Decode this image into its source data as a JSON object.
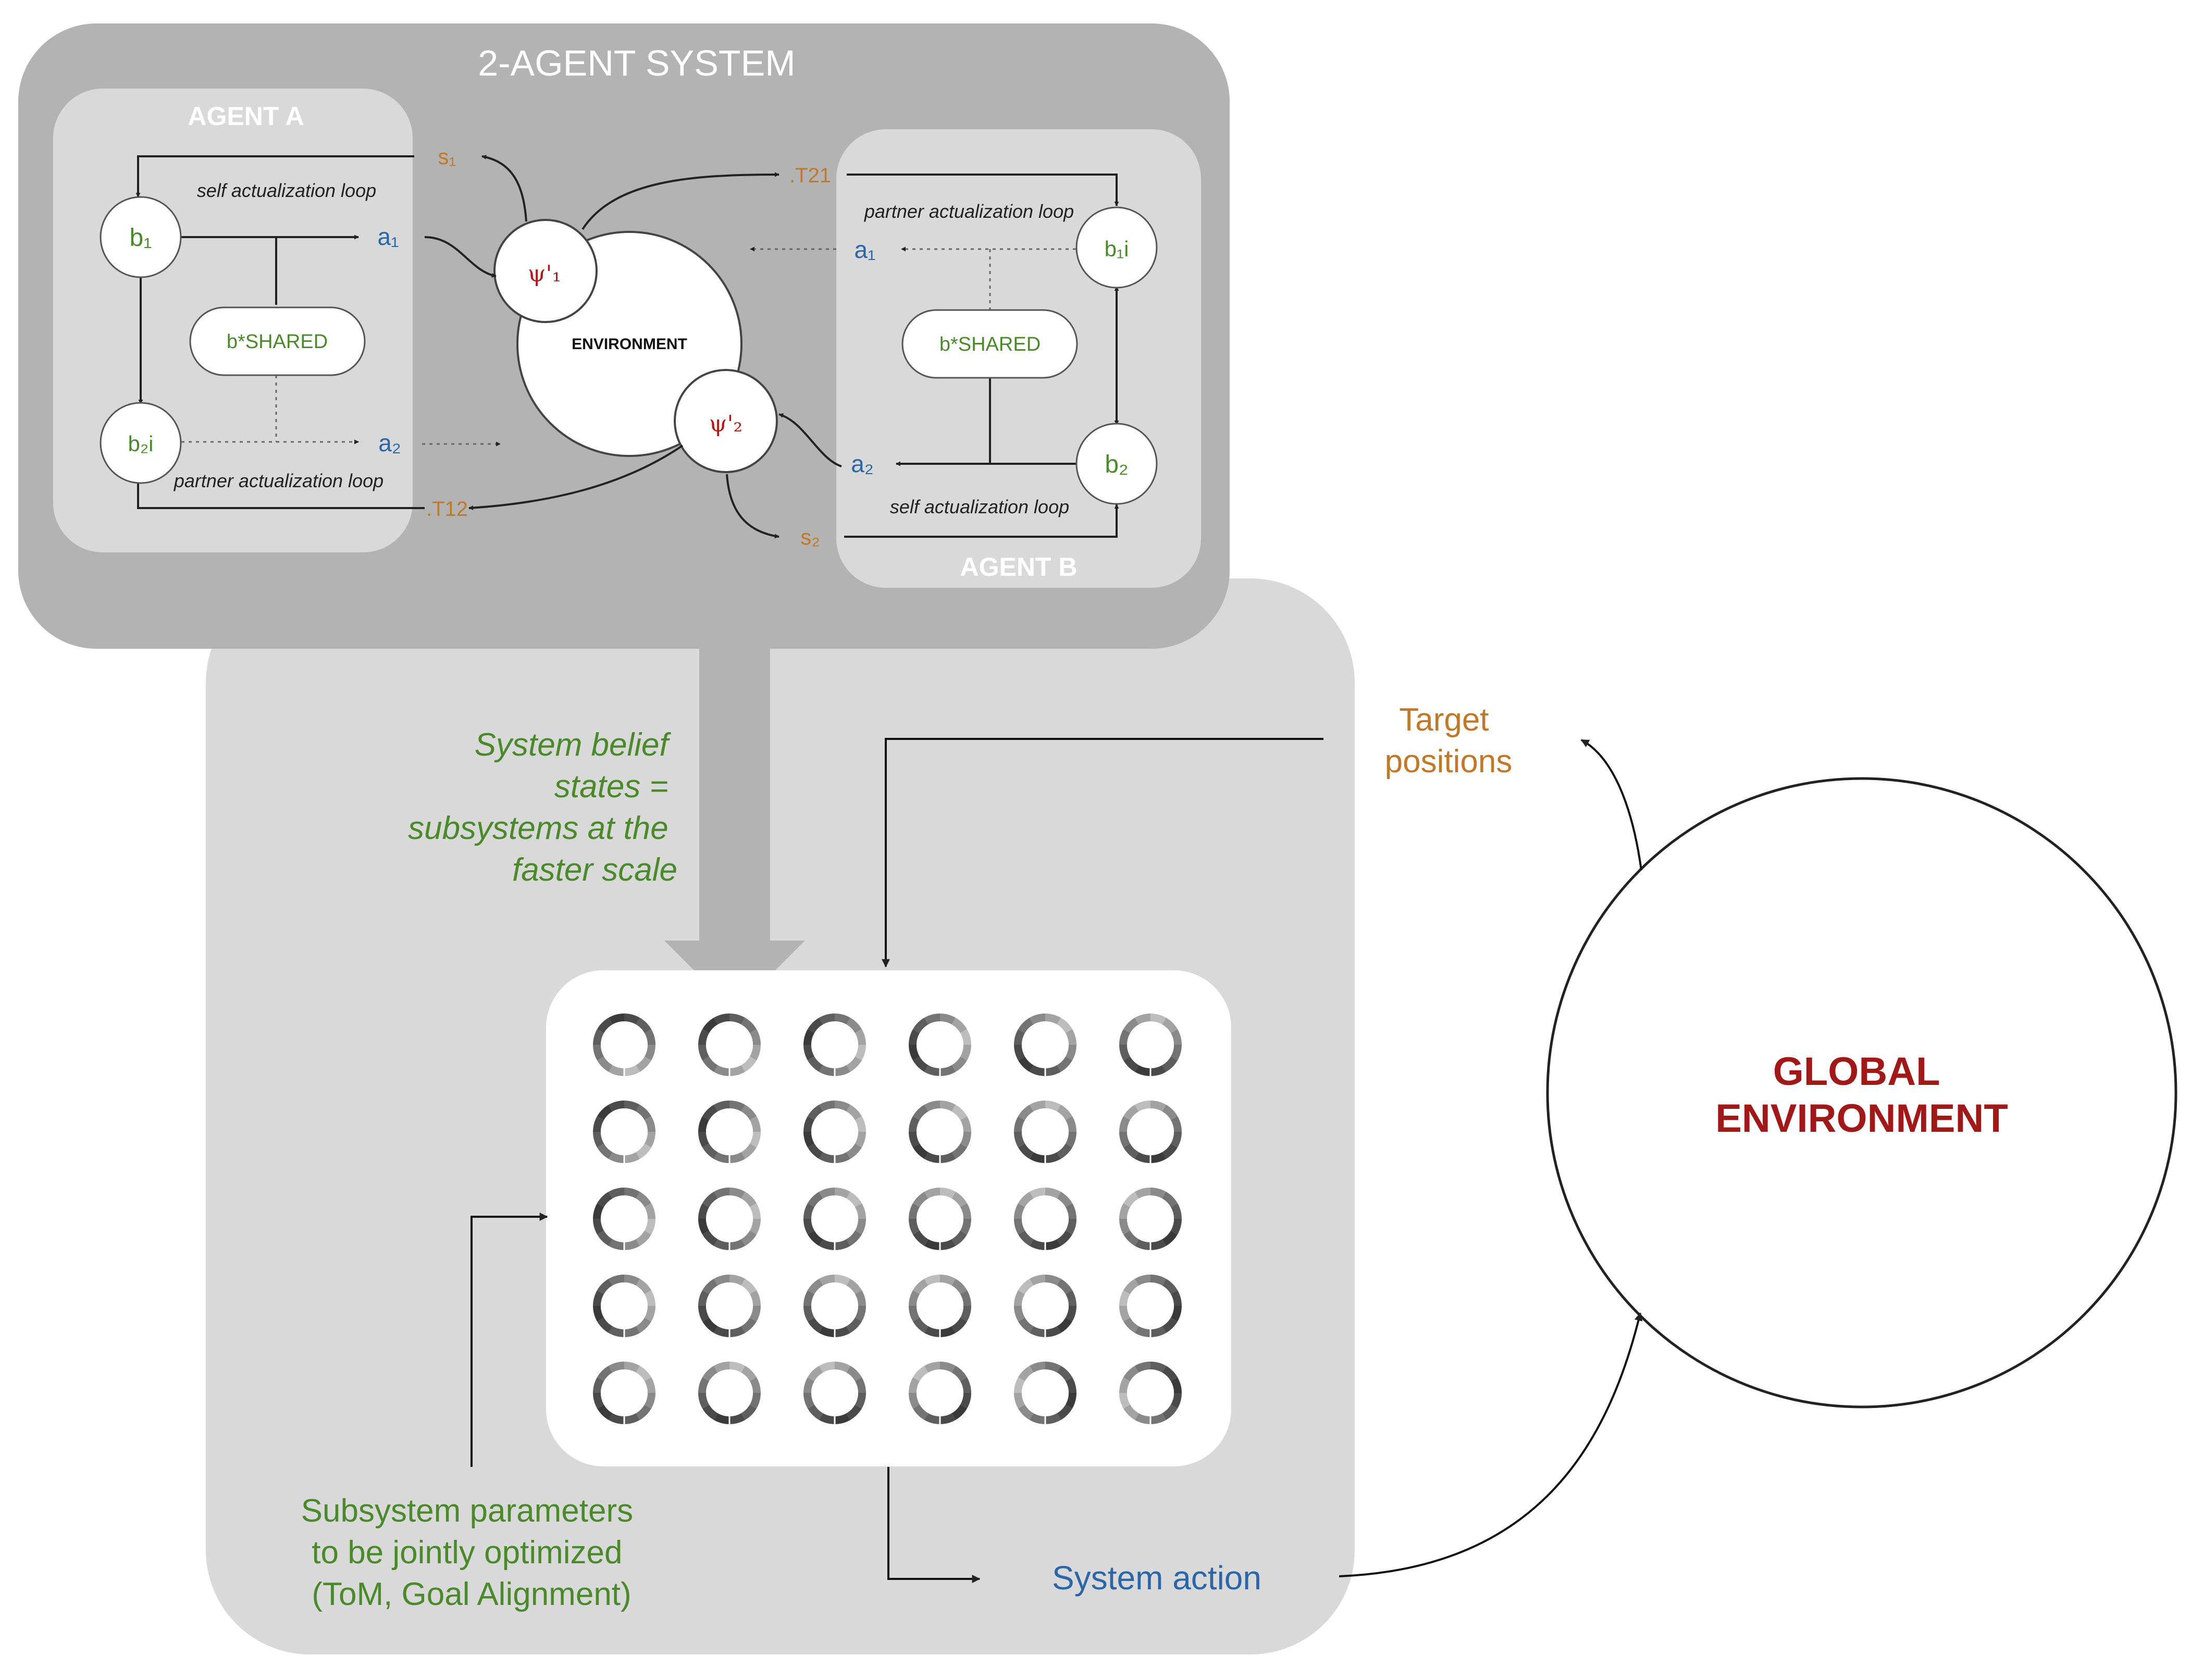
{
  "system": {
    "title": "2-AGENT SYSTEM"
  },
  "agent_a": {
    "title": "AGENT A",
    "b1": "b₁",
    "b2i": "b₂i",
    "a1": "a₁",
    "a2": "a₂",
    "shared": "b*SHARED",
    "self_loop": "self actualization loop",
    "partner_loop": "partner actualization loop"
  },
  "agent_b": {
    "title": "AGENT B",
    "b2": "b₂",
    "b1i": "b₁i",
    "a1": "a₁",
    "a2": "a₂",
    "shared": "b*SHARED",
    "self_loop": "self actualization loop",
    "partner_loop": "partner actualization loop"
  },
  "environment": {
    "label": "ENVIRONMENT",
    "psi1": "ψ'₁",
    "psi2": "ψ'₂",
    "s1": "s₁",
    "s2": "s₂",
    "t21": ".T21",
    "t12": ".T12"
  },
  "belief_label": [
    "System belief",
    "states =",
    "subsystems at the",
    "faster scale"
  ],
  "target_label": [
    "Target",
    "positions"
  ],
  "params_label": [
    "Subsystem parameters",
    "to be jointly optimized",
    "(ToM, Goal Alignment)"
  ],
  "action_label": "System action",
  "global_env": [
    "GLOBAL",
    "ENVIRONMENT"
  ],
  "colors": {
    "green": "#4a8a2a",
    "blue": "#2a66a8",
    "orange": "#c0782a",
    "red": "#a01818",
    "dark_gray": "#b3b3b3",
    "light_gray": "#d9d9d9"
  }
}
